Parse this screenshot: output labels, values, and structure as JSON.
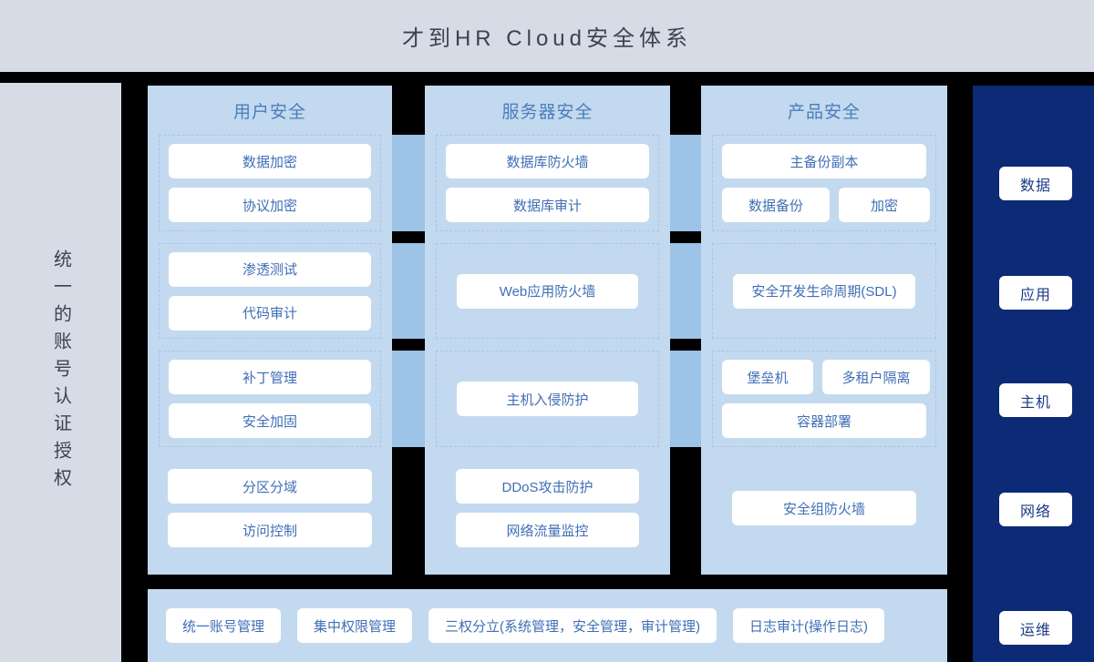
{
  "header": {
    "title": "才到HR Cloud安全体系"
  },
  "left_band": {
    "text": "统一的账号认证授权"
  },
  "colors": {
    "header_bg": "#d5dce6",
    "column_bg": "#c3d9ef",
    "bridge": "#9dc3e6",
    "navy_panel": "#0c2a76",
    "chip_text": "#3f6fb5",
    "column_header_text": "#4a7ebb",
    "title_text": "#3c4252",
    "dashed_border": "#a9c6e4"
  },
  "columns": [
    {
      "header": "用户安全",
      "groups": [
        {
          "dashed": true,
          "rows": [
            {
              "items": [
                "数据加密"
              ]
            },
            {
              "items": [
                "协议加密"
              ]
            }
          ]
        },
        {
          "dashed": true,
          "rows": [
            {
              "items": [
                "渗透测试"
              ]
            },
            {
              "items": [
                "代码审计"
              ]
            }
          ]
        },
        {
          "dashed": true,
          "rows": [
            {
              "items": [
                "补丁管理"
              ]
            },
            {
              "items": [
                "安全加固"
              ]
            }
          ]
        },
        {
          "dashed": false,
          "rows": [
            {
              "items": [
                "分区分域"
              ]
            },
            {
              "items": [
                "访问控制"
              ]
            }
          ]
        }
      ]
    },
    {
      "header": "服务器安全",
      "groups": [
        {
          "dashed": true,
          "rows": [
            {
              "items": [
                "数据库防火墙"
              ]
            },
            {
              "items": [
                "数据库审计"
              ]
            }
          ]
        },
        {
          "dashed": true,
          "rows": [
            {
              "items": [
                "Web应用防火墙"
              ]
            }
          ]
        },
        {
          "dashed": true,
          "rows": [
            {
              "items": [
                "主机入侵防护"
              ]
            }
          ]
        },
        {
          "dashed": false,
          "rows": [
            {
              "items": [
                "DDoS攻击防护"
              ]
            },
            {
              "items": [
                "网络流量监控"
              ]
            }
          ]
        }
      ]
    },
    {
      "header": "产品安全",
      "groups": [
        {
          "dashed": true,
          "rows": [
            {
              "items": [
                "主备份副本"
              ]
            },
            {
              "items": [
                "数据备份",
                "加密"
              ]
            }
          ]
        },
        {
          "dashed": true,
          "rows": [
            {
              "items": [
                "安全开发生命周期(SDL)"
              ]
            }
          ]
        },
        {
          "dashed": true,
          "rows": [
            {
              "items": [
                "堡垒机",
                "多租户隔离"
              ]
            },
            {
              "items": [
                "容器部署"
              ]
            }
          ]
        },
        {
          "dashed": false,
          "rows": [
            {
              "items": [
                "安全组防火墙"
              ]
            }
          ]
        }
      ]
    }
  ],
  "right_panel": {
    "labels": [
      "数据",
      "应用",
      "主机",
      "网络",
      "运维"
    ]
  },
  "bottom_bar": {
    "items": [
      "统一账号管理",
      "集中权限管理",
      "三权分立(系统管理，安全管理，审计管理)",
      "日志审计(操作日志)"
    ]
  }
}
